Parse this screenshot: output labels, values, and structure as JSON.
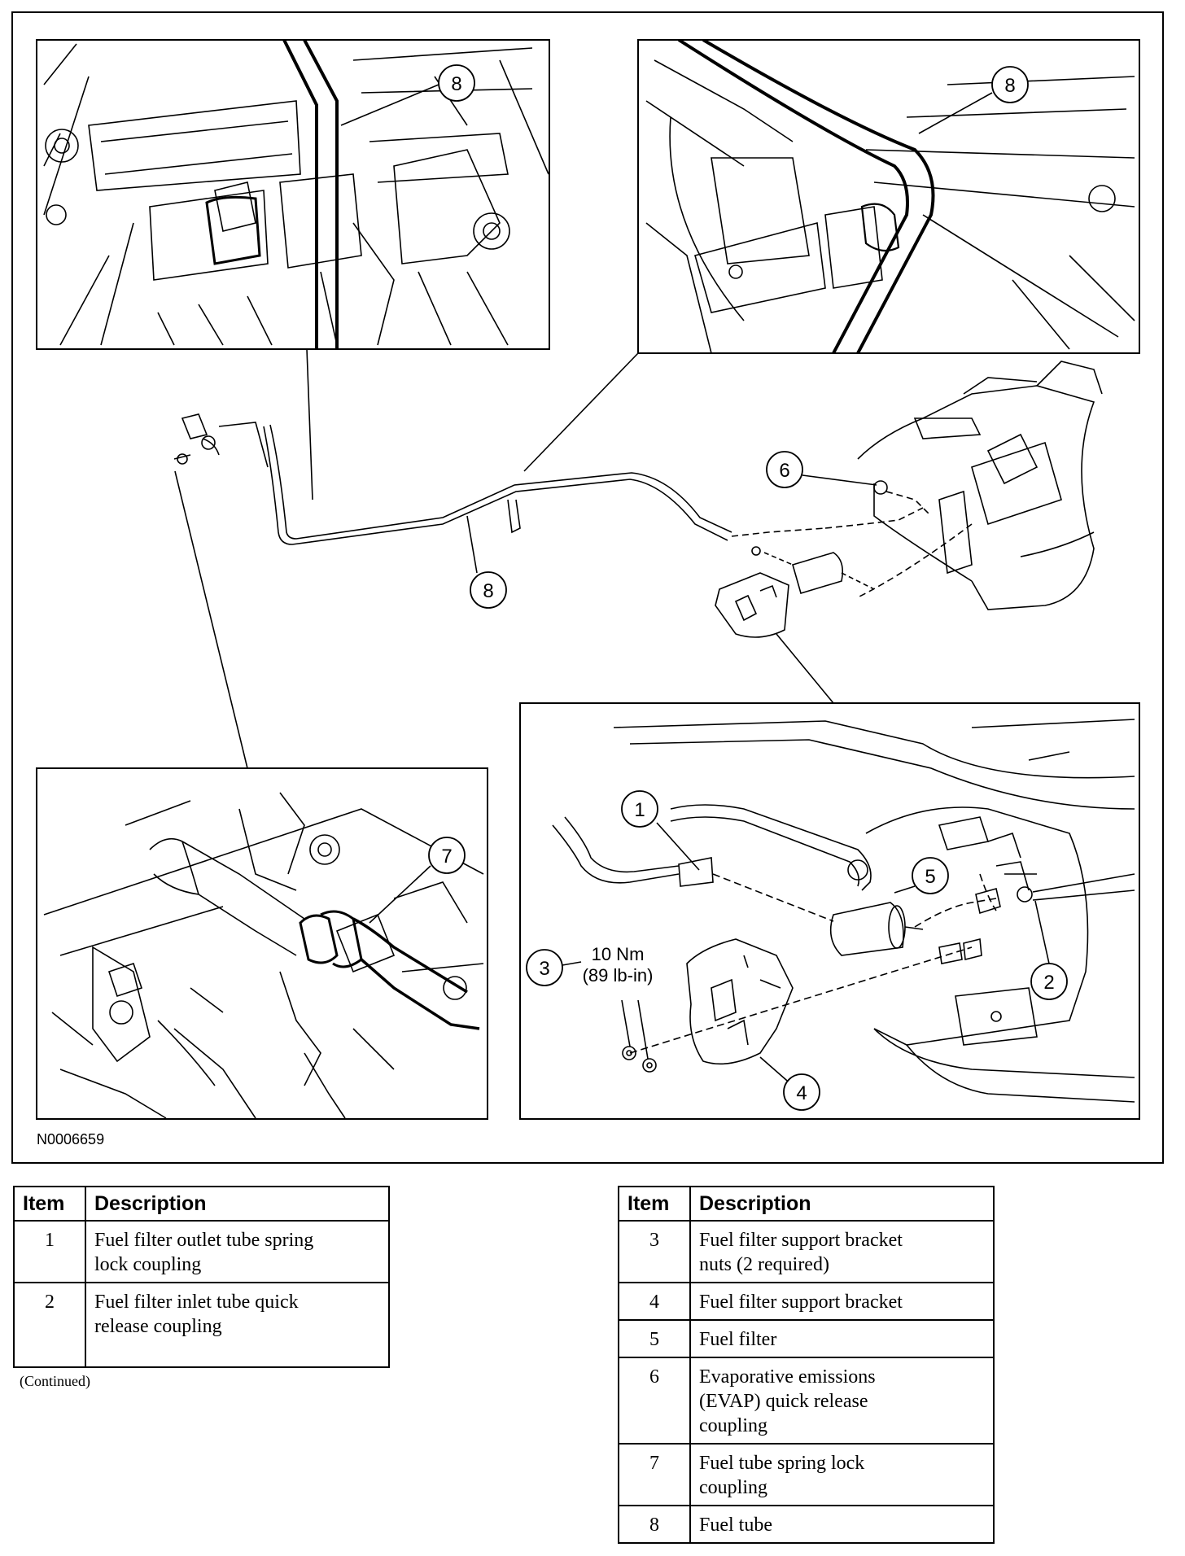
{
  "figure": {
    "id": "N0006659",
    "callouts": {
      "topleft_8": "8",
      "topright_8": "8",
      "main_8": "8",
      "main_6": "6",
      "bottomleft_7": "7",
      "detail_1": "1",
      "detail_2": "2",
      "detail_3": "3",
      "detail_4": "4",
      "detail_5": "5"
    },
    "torque": {
      "nm": "10 Nm",
      "lbin": "(89 lb-in)"
    }
  },
  "legend_left": {
    "headers": {
      "item": "Item",
      "description": "Description"
    },
    "rows": [
      {
        "item": "1",
        "description_l1": "Fuel filter outlet tube spring",
        "description_l2": "lock coupling"
      },
      {
        "item": "2",
        "description_l1": "Fuel filter inlet tube quick",
        "description_l2": "release coupling"
      }
    ]
  },
  "continued": "(Continued)",
  "legend_right": {
    "headers": {
      "item": "Item",
      "description": "Description"
    },
    "rows": [
      {
        "item": "3",
        "description_l1": "Fuel filter support bracket",
        "description_l2": "nuts (2 required)"
      },
      {
        "item": "4",
        "description_l1": "Fuel filter support bracket"
      },
      {
        "item": "5",
        "description_l1": "Fuel filter"
      },
      {
        "item": "6",
        "description_l1": "Evaporative emissions",
        "description_l2": "(EVAP) quick release",
        "description_l3": "coupling"
      },
      {
        "item": "7",
        "description_l1": "Fuel tube spring lock",
        "description_l2": "coupling"
      },
      {
        "item": "8",
        "description_l1": "Fuel tube"
      }
    ]
  }
}
